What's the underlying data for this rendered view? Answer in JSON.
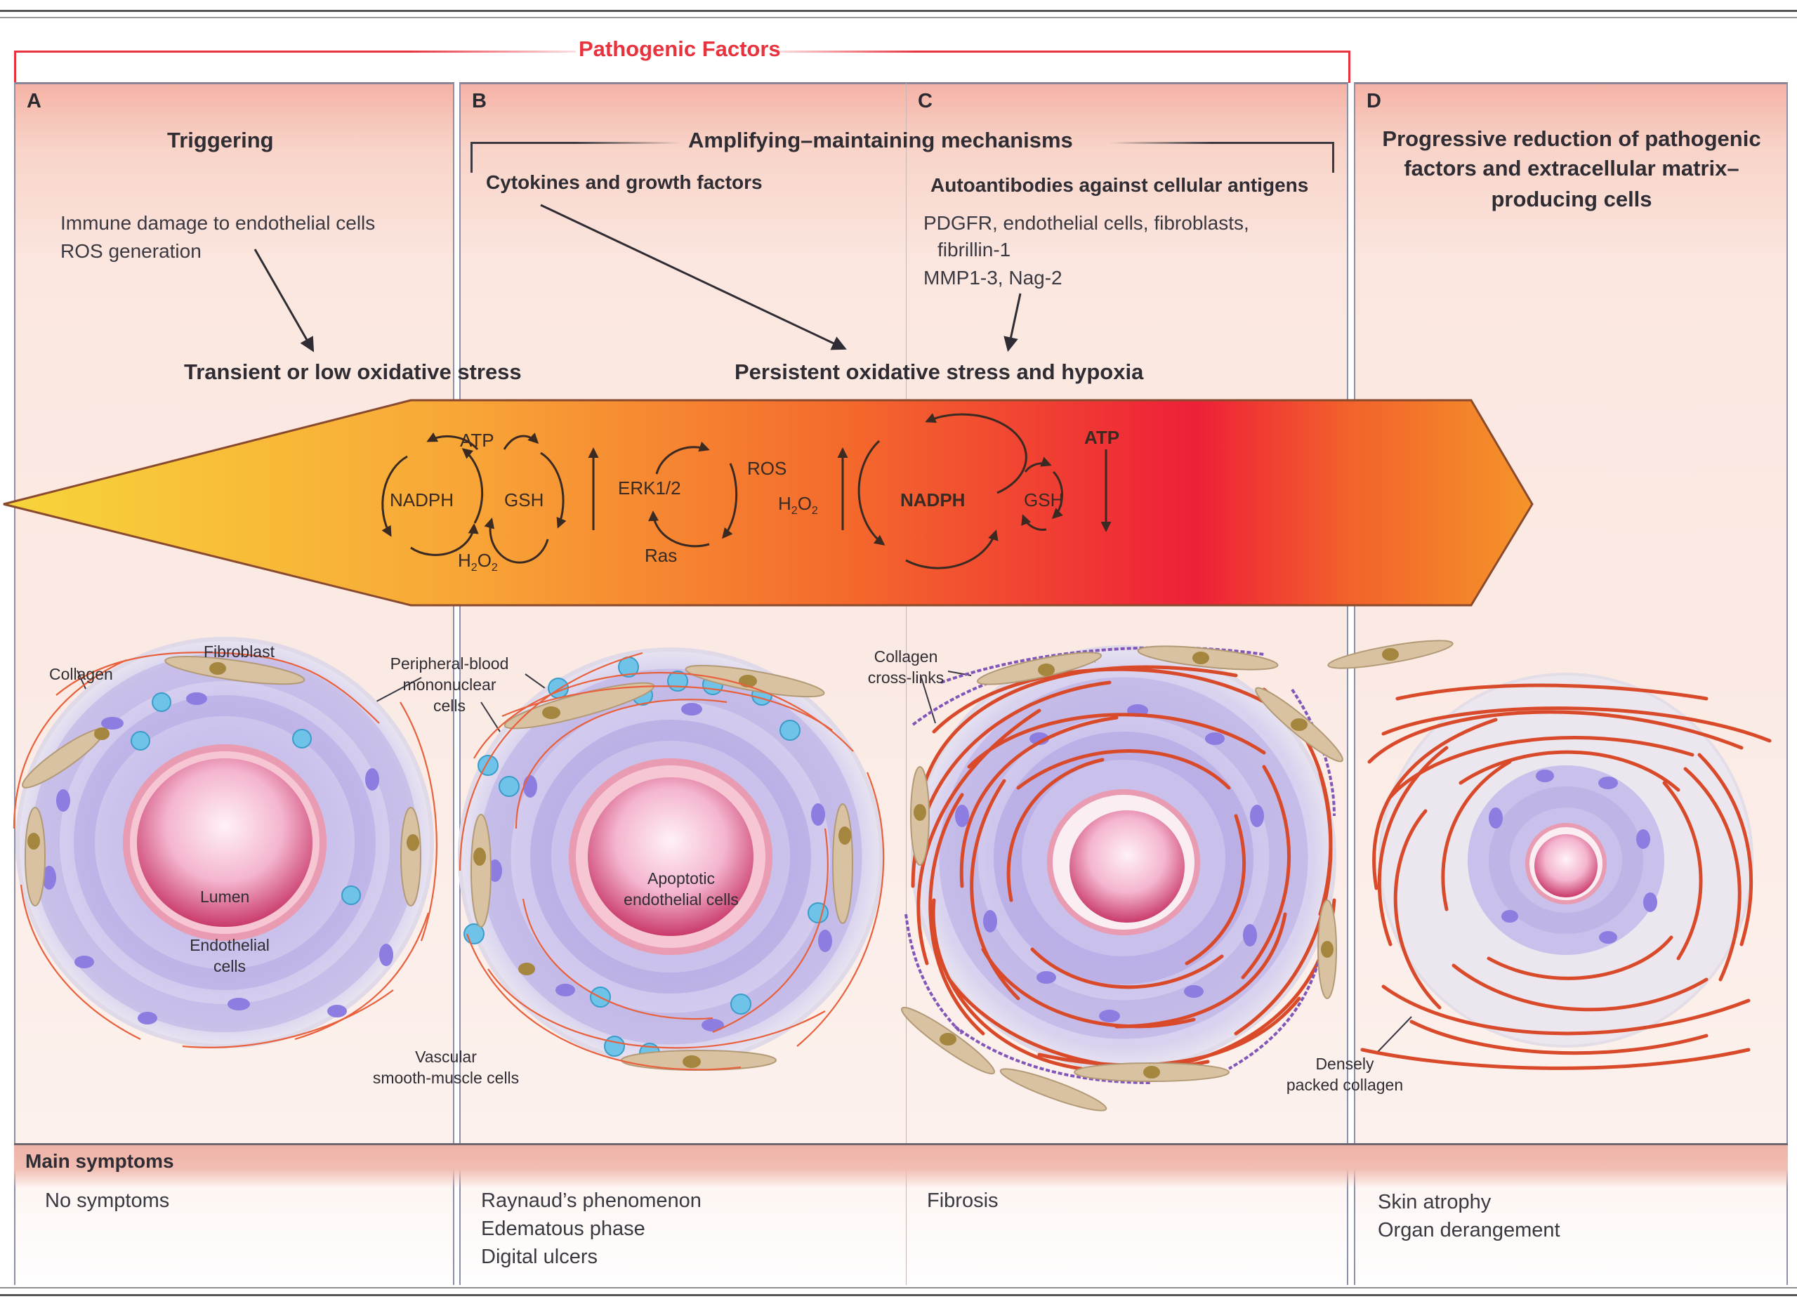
{
  "header": {
    "bracket_title": "Pathogenic Factors",
    "bracket_color": "#e8323d"
  },
  "panels": [
    {
      "letter": "A",
      "title": "Triggering",
      "causes": [
        "Immune damage to endothelial cells",
        "ROS generation"
      ],
      "stress_label": "Transient or low oxidative stress"
    },
    {
      "letter": "B",
      "subtitle": "Cytokines and growth factors"
    },
    {
      "letter": "C",
      "subtitle": "Autoantibodies against cellular antigens",
      "antigens": [
        "PDGFR, endothelial cells, fibroblasts,",
        "fibrillin-1",
        "MMP1-3, Nag-2"
      ]
    },
    {
      "letter": "D",
      "title_lines": [
        "Progressive reduction of pathogenic",
        "factors and extracellular matrix–",
        "producing cells"
      ]
    }
  ],
  "amplifying": {
    "title": "Amplifying–maintaining mechanisms",
    "stress_label": "Persistent oxidative stress and hypoxia"
  },
  "arrow_band": {
    "gradient": [
      "#f7d53a",
      "#f8a637",
      "#f46a2c",
      "#ee1f38",
      "#f2622b",
      "#f5952a"
    ],
    "cycle1": {
      "top": "ATP",
      "left": "NADPH",
      "right": "GSH",
      "bottom_main": "H",
      "bottom_sub1": "2",
      "bottom_mid": "O",
      "bottom_sub2": "2"
    },
    "cycle2": {
      "label": "ERK1/2",
      "bottom": "Ras",
      "right": "ROS",
      "h2o2_main": "H",
      "h2o2_sub1": "2",
      "h2o2_mid": "O",
      "h2o2_sub2": "2"
    },
    "cycle3": {
      "left": "NADPH",
      "right": "GSH",
      "top_right": "ATP"
    }
  },
  "vessel_labels": {
    "a": {
      "collagen": "Collagen",
      "fibroblast": "Fibroblast",
      "lumen": "Lumen",
      "endothelial": [
        "Endothelial",
        "cells"
      ]
    },
    "pbmc": [
      "Peripheral-blood",
      "mononuclear",
      "cells"
    ],
    "vsmc": [
      "Vascular",
      "smooth-muscle cells"
    ],
    "b": {
      "apoptotic": [
        "Apoptotic",
        "endothelial cells"
      ]
    },
    "c": {
      "cross_links": [
        "Collagen",
        "cross-links"
      ]
    },
    "dense": [
      "Densely",
      "packed collagen"
    ]
  },
  "symptoms": {
    "title": "Main symptoms",
    "columns": [
      [
        "No symptoms"
      ],
      [
        "Raynaud’s phenomenon",
        "Edematous phase",
        "Digital ulcers"
      ],
      [
        "Fibrosis"
      ],
      [
        "Skin atrophy",
        "Organ derangement"
      ]
    ]
  }
}
